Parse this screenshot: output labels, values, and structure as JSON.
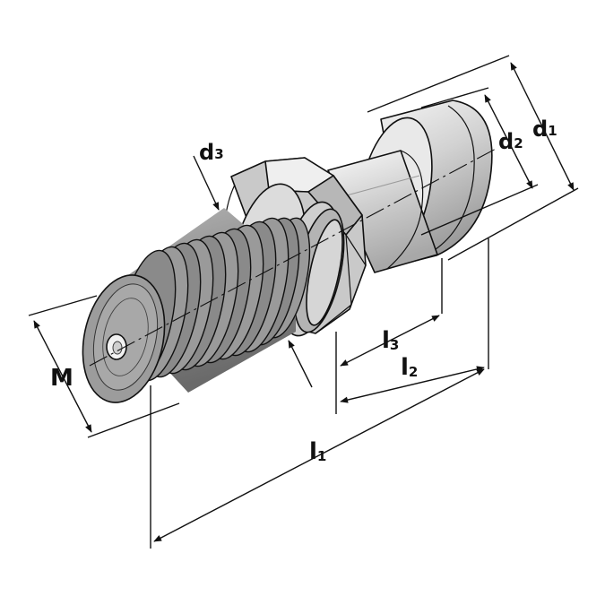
{
  "labels": {
    "d1": {
      "main": "d",
      "sub": "1"
    },
    "d2": {
      "main": "d",
      "sub": "2"
    },
    "d3": {
      "main": "d",
      "sub": "3"
    },
    "M": {
      "main": "M"
    },
    "l1": {
      "main": "l",
      "sub": "1"
    },
    "l2": {
      "main": "l",
      "sub": "2"
    },
    "l3": {
      "main": "l",
      "sub": "3"
    }
  },
  "colors": {
    "line": "#111111",
    "thread_fill": "#8c8c8c",
    "thread_dark": "#5e5e5e",
    "thread_light": "#bdbdbd",
    "metal_light": "#e6e6e6",
    "metal_mid": "#c4c4c4"
  }
}
